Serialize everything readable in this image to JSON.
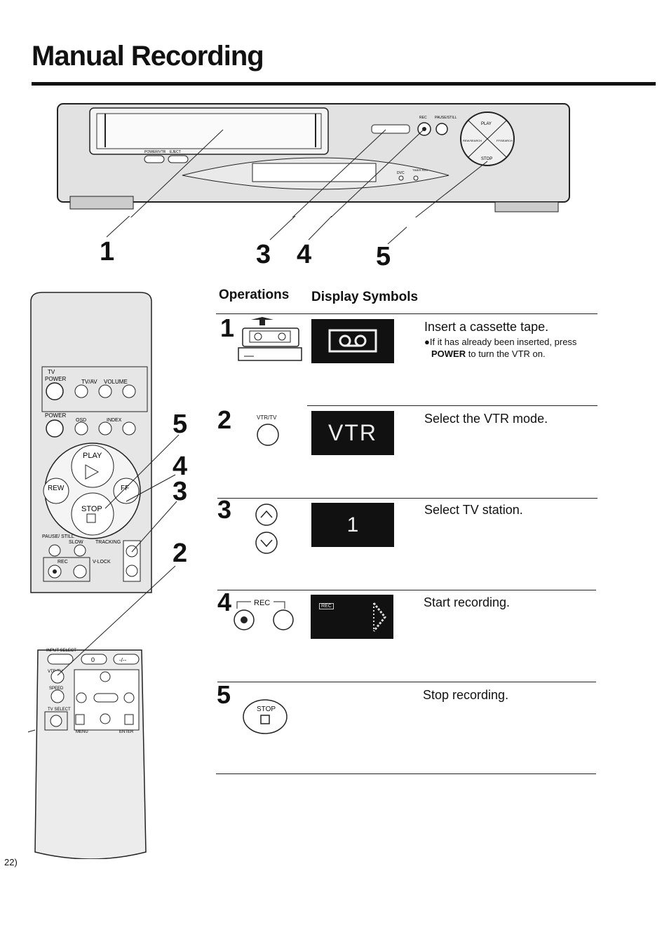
{
  "title": "Manual Recording",
  "page_number": "22)",
  "vcr_callouts": [
    "1",
    "3",
    "4",
    "5"
  ],
  "vcr_labels": {
    "power": "POWER/VTR",
    "eject": "EJECT",
    "rec": "REC",
    "pause": "PAUSE/STILL",
    "play": "PLAY",
    "rew": "REW/SEARCH",
    "ff": "FF/SEARCH",
    "stop": "STOP",
    "dvc": "DVC",
    "timer": "TIMER REC"
  },
  "remote_callouts": [
    "5",
    "4",
    "3",
    "2"
  ],
  "remote_labels": {
    "tv": "TV",
    "power": "POWER",
    "tvav": "TV/AV",
    "volume": "VOLUME",
    "power2": "POWER",
    "osd": "OSD",
    "index": "INDEX",
    "play": "PLAY",
    "rew": "REW",
    "ff": "FF",
    "stop": "STOP",
    "pause": "PAUSE/ STILL",
    "slow": "SLOW",
    "tracking": "TRACKING",
    "rec": "REC",
    "vlock": "V-LOCK",
    "input_select": "INPUT SELECT",
    "zero": "0",
    "dash": "-/--",
    "vtrtv": "VTR/TV",
    "speed": "SPEED",
    "tvselect": "TV SELECT",
    "menu": "MENU",
    "enter": "ENTER"
  },
  "table": {
    "col_operations": "Operations",
    "col_display": "Display Symbols",
    "steps": [
      {
        "num": "1",
        "text": "Insert a cassette tape.",
        "note_pre": "If it has already been inserted, press",
        "note_key": "POWER",
        "note_post": "to turn the VTR on."
      },
      {
        "num": "2",
        "op_label": "VTR/TV",
        "display": "VTR",
        "text": "Select the VTR mode."
      },
      {
        "num": "3",
        "display": "1",
        "text": "Select TV station."
      },
      {
        "num": "4",
        "op_label": "REC",
        "display_tag": "REC",
        "text": "Start recording."
      },
      {
        "num": "5",
        "op_label": "STOP",
        "text": "Stop recording."
      }
    ]
  }
}
